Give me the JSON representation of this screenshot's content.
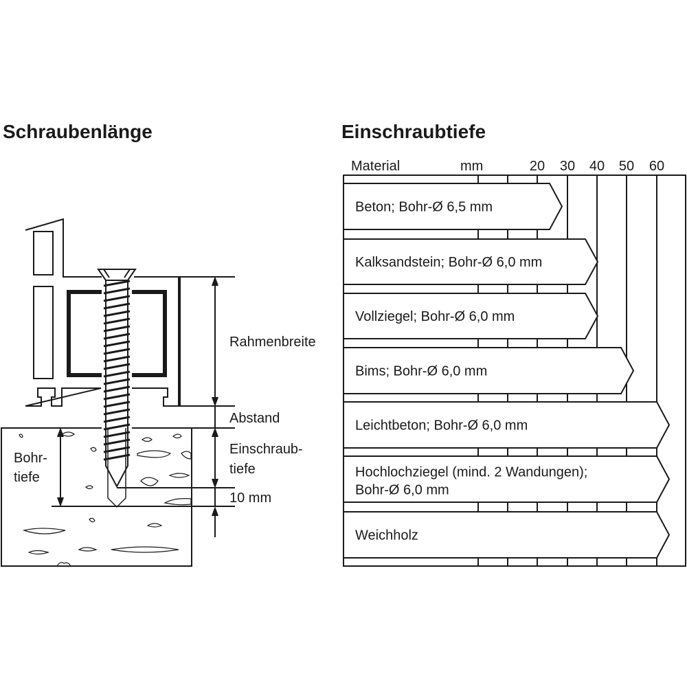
{
  "left_panel": {
    "title": "Schraubenlänge",
    "labels": {
      "frame_width": "Rahmenbreite",
      "gap": "Abstand",
      "screw_depth_line1": "Einschraub-",
      "screw_depth_line2": "tiefe",
      "extra_depth": "10 mm",
      "drill_depth_line1": "Bohr-",
      "drill_depth_line2": "tiefe"
    }
  },
  "right_panel": {
    "title": "Einschraubtiefe",
    "header": {
      "material": "Material",
      "unit": "mm",
      "ticks": [
        "20",
        "30",
        "40",
        "50",
        "60"
      ]
    },
    "rows": [
      {
        "line1": "Beton; Bohr-Ø 6,5 mm",
        "line2": "",
        "depth_mm": 30
      },
      {
        "line1": "Kalksandstein; Bohr-Ø 6,0 mm",
        "line2": "",
        "depth_mm": 40
      },
      {
        "line1": "Vollziegel; Bohr-Ø 6,0 mm",
        "line2": "",
        "depth_mm": 40
      },
      {
        "line1": "Bims; Bohr-Ø 6,0 mm",
        "line2": "",
        "depth_mm": 50
      },
      {
        "line1": "Leichtbeton; Bohr-Ø 6,0 mm",
        "line2": "",
        "depth_mm": 60
      },
      {
        "line1": "Hochlochziegel (mind. 2 Wandungen);",
        "line2": "Bohr-Ø 6,0 mm",
        "depth_mm": 60
      },
      {
        "line1": "Weichholz",
        "line2": "",
        "depth_mm": 60
      }
    ]
  }
}
